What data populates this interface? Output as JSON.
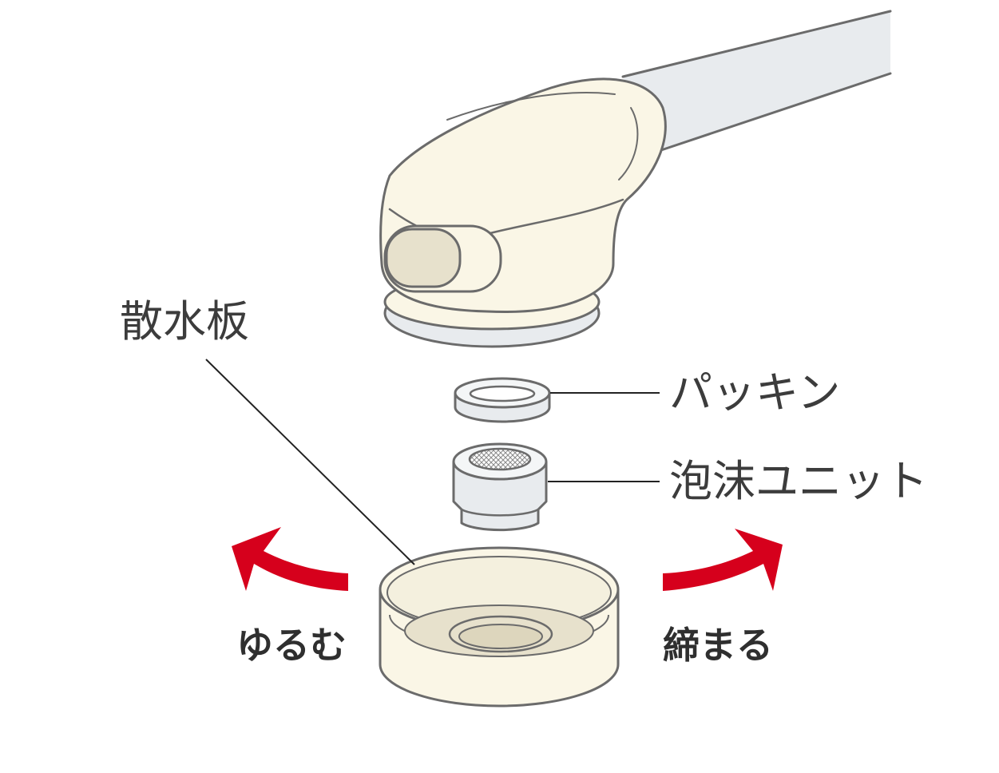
{
  "labels": {
    "spray_plate": "散水板",
    "packing": "パッキン",
    "foam_unit": "泡沫ユニット",
    "loosen": "ゆるむ",
    "tighten": "締まる"
  },
  "colors": {
    "outline": "#6b6b6b",
    "cream": "#faf6e6",
    "beige": "#e7e1cc",
    "light_gray": "#e8ebee",
    "mesh": "#8a8a8a",
    "arrow_red": "#d6001c",
    "text": "#3c3c3c"
  }
}
